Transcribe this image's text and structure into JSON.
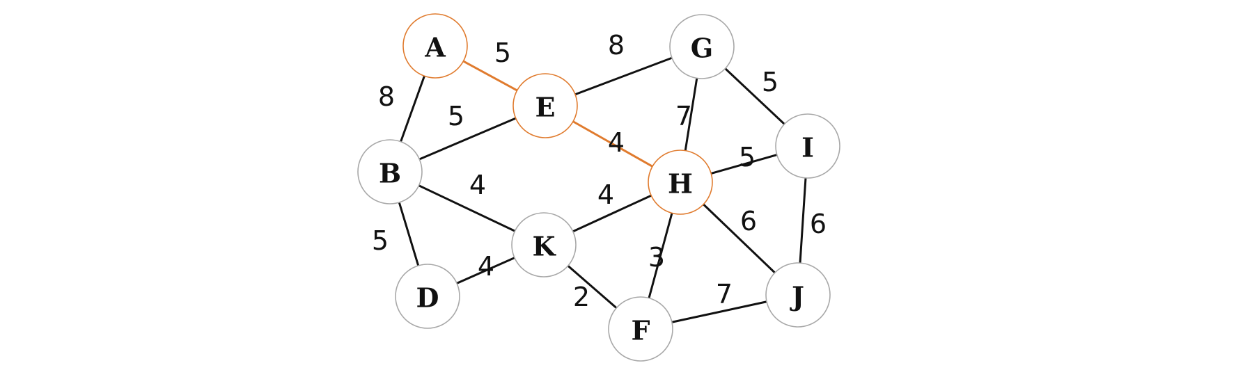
{
  "colors": {
    "highlight": "#e07b2e",
    "node_border": "#a8a8a8",
    "edge": "#111111",
    "label": "#111111"
  },
  "graph": {
    "nodes": [
      {
        "id": "A",
        "highlighted": true
      },
      {
        "id": "B",
        "highlighted": false
      },
      {
        "id": "D",
        "highlighted": false
      },
      {
        "id": "E",
        "highlighted": true
      },
      {
        "id": "K",
        "highlighted": false
      },
      {
        "id": "F",
        "highlighted": false
      },
      {
        "id": "G",
        "highlighted": false
      },
      {
        "id": "H",
        "highlighted": true
      },
      {
        "id": "I",
        "highlighted": false
      },
      {
        "id": "J",
        "highlighted": false
      }
    ],
    "edges": [
      {
        "from": "A",
        "to": "E",
        "weight": "5",
        "highlighted": true
      },
      {
        "from": "A",
        "to": "B",
        "weight": "8",
        "highlighted": false
      },
      {
        "from": "E",
        "to": "G",
        "weight": "8",
        "highlighted": false
      },
      {
        "from": "B",
        "to": "E",
        "weight": "5",
        "highlighted": false
      },
      {
        "from": "E",
        "to": "H",
        "weight": "4",
        "highlighted": true
      },
      {
        "from": "G",
        "to": "H",
        "weight": "7",
        "highlighted": false
      },
      {
        "from": "G",
        "to": "I",
        "weight": "5",
        "highlighted": false
      },
      {
        "from": "H",
        "to": "I",
        "weight": "5",
        "highlighted": false
      },
      {
        "from": "B",
        "to": "K",
        "weight": "4",
        "highlighted": false
      },
      {
        "from": "K",
        "to": "H",
        "weight": "4",
        "highlighted": false
      },
      {
        "from": "B",
        "to": "D",
        "weight": "5",
        "highlighted": false
      },
      {
        "from": "D",
        "to": "K",
        "weight": "4",
        "highlighted": false
      },
      {
        "from": "K",
        "to": "F",
        "weight": "2",
        "highlighted": false
      },
      {
        "from": "H",
        "to": "F",
        "weight": "3",
        "highlighted": false
      },
      {
        "from": "H",
        "to": "J",
        "weight": "6",
        "highlighted": false
      },
      {
        "from": "I",
        "to": "J",
        "weight": "6",
        "highlighted": false
      },
      {
        "from": "F",
        "to": "J",
        "weight": "7",
        "highlighted": false
      }
    ]
  }
}
